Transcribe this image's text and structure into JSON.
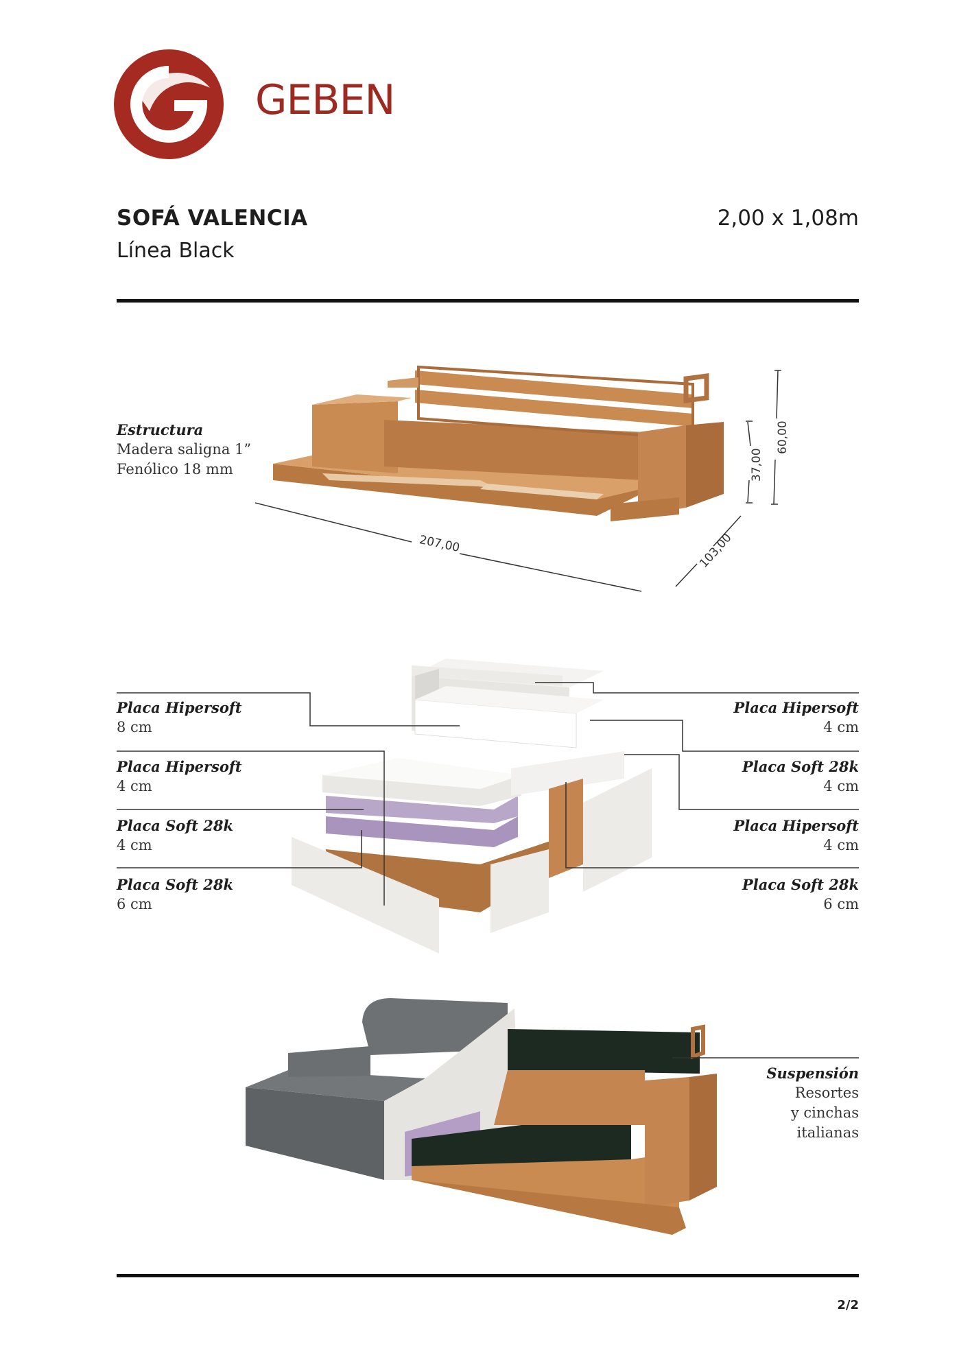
{
  "brand": {
    "name": "GEBEN",
    "color": "#9c2a20"
  },
  "header": {
    "title": "SOFÁ VALENCIA",
    "subtitle": "Línea Black",
    "dimensions": "2,00 x 1,08m"
  },
  "structure": {
    "label_title": "Estructura",
    "label_lines": [
      "Madera saligna 1”",
      "Fenólico 18 mm"
    ],
    "dims": {
      "width": "207,00",
      "depth": "103,00",
      "seat_height": "37,00",
      "total_height": "60,00"
    }
  },
  "foam_layers": {
    "left": [
      {
        "title": "Placa Hipersoft",
        "value": "8 cm"
      },
      {
        "title": "Placa Hipersoft",
        "value": "4 cm"
      },
      {
        "title": "Placa Soft 28k",
        "value": "4 cm"
      },
      {
        "title": "Placa Soft 28k",
        "value": "6 cm"
      }
    ],
    "right": [
      {
        "title": "Placa Hipersoft",
        "value": "4 cm"
      },
      {
        "title": "Placa Soft 28k",
        "value": "4 cm"
      },
      {
        "title": "Placa Hipersoft",
        "value": "4 cm"
      },
      {
        "title": "Placa Soft 28k",
        "value": "6 cm"
      }
    ]
  },
  "suspension": {
    "title": "Suspensión",
    "lines": [
      "Resortes",
      "y cinchas",
      "italianas"
    ]
  },
  "footer": {
    "page": "2/2"
  },
  "colors": {
    "wood": "#c98b52",
    "foam_white": "#ecebe8",
    "foam_purple": "#b9a9c9",
    "fabric": "#6d7072",
    "webbing": "#1f2a22"
  }
}
